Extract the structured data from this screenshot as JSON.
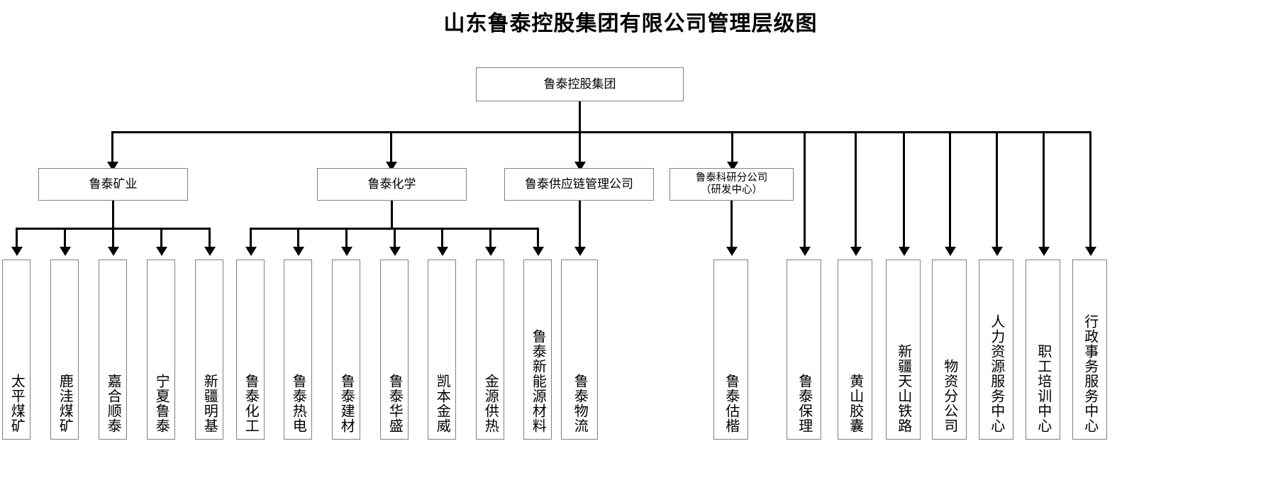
{
  "title": "山东鲁泰控股集团有限公司管理层级图",
  "root": {
    "label": "鲁泰控股集团"
  },
  "divisions": [
    {
      "label": "鲁泰矿业"
    },
    {
      "label": "鲁泰化学"
    },
    {
      "label": "鲁泰供应链管理公司"
    },
    {
      "label_line1": "鲁泰科研分公司",
      "label_line2": "（研发中心）"
    }
  ],
  "mining_subsidiaries": [
    {
      "label": "太平煤矿"
    },
    {
      "label": "鹿洼煤矿"
    },
    {
      "label": "嘉合顺泰"
    },
    {
      "label": "宁夏鲁泰"
    },
    {
      "label": "新疆明基"
    }
  ],
  "chemical_subsidiaries": [
    {
      "label": "鲁泰化工"
    },
    {
      "label": "鲁泰热电"
    },
    {
      "label": "鲁泰建材"
    },
    {
      "label": "鲁泰华盛"
    },
    {
      "label": "凯本金威"
    },
    {
      "label": "金源供热"
    },
    {
      "label": "鲁泰新能源材料"
    }
  ],
  "supplychain_subsidiaries": [
    {
      "label": "鲁泰物流"
    }
  ],
  "group_direct_units": [
    {
      "label": "鲁泰估楷"
    },
    {
      "label": "鲁泰保理"
    },
    {
      "label": "黄山胶囊"
    },
    {
      "label": "新疆天山铁路"
    },
    {
      "label": "物资分公司"
    },
    {
      "label": "人力资源服务中心"
    },
    {
      "label": "职工培训中心"
    },
    {
      "label": "行政事务服务中心"
    }
  ],
  "colors": {
    "box_border": "#808080",
    "connector": "#000000",
    "background": "#ffffff",
    "text": "#000000"
  }
}
